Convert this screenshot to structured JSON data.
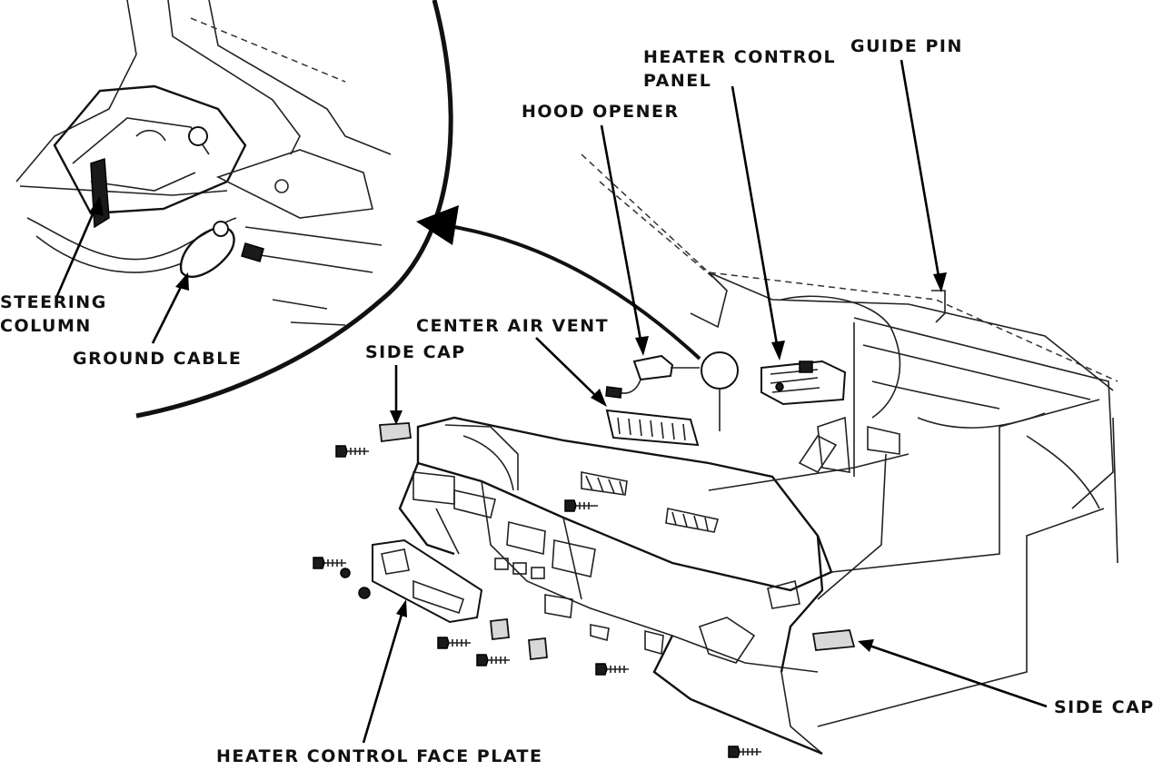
{
  "labels": {
    "heater_control_panel_line1": "HEATER CONTROL",
    "heater_control_panel_line2": "PANEL",
    "guide_pin": "GUIDE PIN",
    "hood_opener": "HOOD OPENER",
    "center_air_vent": "CENTER AIR VENT",
    "side_cap_left": "SIDE CAP",
    "side_cap_right": "SIDE CAP",
    "steering_column_line1": "STEERING",
    "steering_column_line2": "COLUMN",
    "ground_cable": "GROUND CABLE",
    "heater_control_face_plate": "HEATER CONTROL FACE PLATE"
  },
  "colors": {
    "ink": "#111111",
    "paper": "#ffffff"
  },
  "icons": {
    "detail_pointer": "curved-arrow-icon",
    "fastener": "bolt-icon"
  }
}
